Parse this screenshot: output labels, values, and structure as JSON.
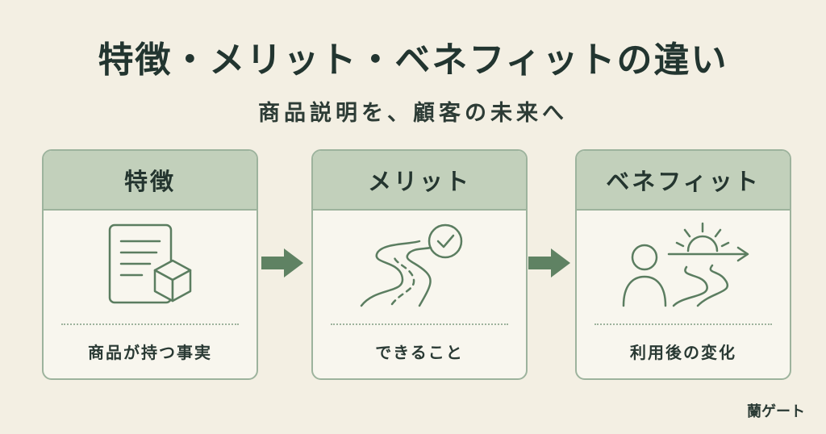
{
  "header": {
    "title": "特徴・メリット・ベネフィットの違い",
    "subtitle": "商品説明を、顧客の未来へ"
  },
  "cards": [
    {
      "label": "特徴",
      "caption": "商品が持つ事実",
      "icon": "document-box-icon"
    },
    {
      "label": "メリット",
      "caption": "できること",
      "icon": "road-check-icon"
    },
    {
      "label": "ベネフィット",
      "caption": "利用後の変化",
      "icon": "person-sunrise-icon"
    }
  ],
  "connectors": [
    "right-arrow-icon",
    "right-arrow-icon"
  ],
  "brand": "蘭ゲート",
  "colors": {
    "background": "#f3efe3",
    "card_header": "#c2d0bb",
    "border": "#9db39d",
    "icon_stroke": "#5b7d60",
    "arrow": "#5f8263",
    "text": "#223530"
  }
}
